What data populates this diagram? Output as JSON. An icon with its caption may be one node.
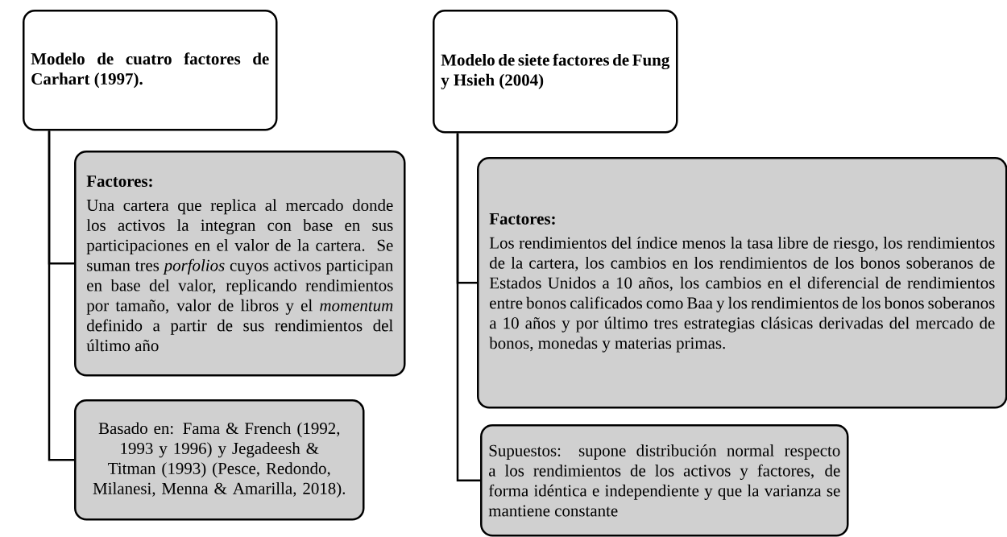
{
  "diagram": {
    "nodes": [
      {
        "text": [
          "Modelo de cuatro factores de Carhart (1997)."
        ]
      },
      {
        "text": [
          "Factores:",
          "Una cartera que replica al mercado donde los activos la integran con base en sus participaciones en el valor de la cartera. Se suman tres *porfolios* cuyos activos participan en base del valor, replicando rendimientos por tamaño, valor de libros y el *momentum* definido a partir de sus rendimientos del último año"
        ]
      },
      {
        "text": [
          "Basado en: Fama & French (1992, 1993 y 1996) y Jegadeesh & Titman (1993) (Pesce, Redondo, Milanesi, Menna & Amarilla, 2018)."
        ]
      },
      {
        "text": [
          "Modelo de siete factores de Fung y Hsieh (2004)"
        ]
      },
      {
        "text": [
          "Factores:",
          "Los rendimientos del índice menos la tasa libre de riesgo, los rendimientos de la cartera, los cambios en los rendimientos de los bonos soberanos de Estados Unidos a 10 años, los cambios en el diferencial de rendimientos entre bonos calificados como Baa y los rendimientos de los bonos soberanos a 10 años y por último tres estrategias clásicas derivadas del mercado de bonos, monedas y materias primas."
        ]
      },
      {
        "text": [
          "Supuestos: supone distribución normal respecto a los rendimientos de los activos y factores, de forma idéntica e independiente y que la varianza se mantiene constante"
        ]
      }
    ],
    "edges": [
      {
        "from": 0,
        "to": 1,
        "arrow": "none"
      },
      {
        "from": 0,
        "to": 2,
        "arrow": "none"
      },
      {
        "from": 3,
        "to": 4,
        "arrow": "none"
      },
      {
        "from": 3,
        "to": 5,
        "arrow": "none"
      }
    ]
  }
}
